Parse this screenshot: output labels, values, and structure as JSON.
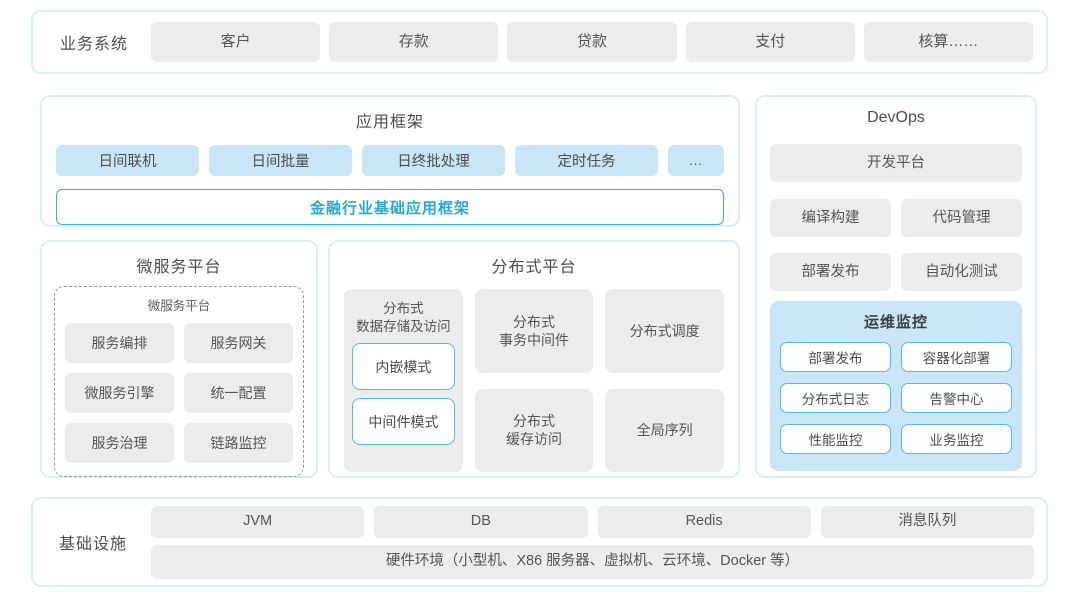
{
  "colors": {
    "card_border": "#d9eef8",
    "gray_fill": "#ececec",
    "light_blue_fill": "#c8e6f5",
    "accent_border": "#54bbe4",
    "accent_text": "#2aa7d6",
    "text": "#4d4d4d"
  },
  "business_systems": {
    "label": "业务系统",
    "items": [
      "客户",
      "存款",
      "贷款",
      "支付",
      "核算……"
    ]
  },
  "app_framework": {
    "title": "应用框架",
    "items": [
      "日间联机",
      "日间批量",
      "日终批处理",
      "定时任务"
    ],
    "more": "...",
    "base": "金融行业基础应用框架"
  },
  "microservice_platform": {
    "title": "微服务平台",
    "inner_title": "微服务平台",
    "items": [
      "服务编排",
      "服务网关",
      "微服务引擎",
      "统一配置",
      "服务治理",
      "链路监控"
    ]
  },
  "distributed_platform": {
    "title": "分布式平台",
    "storage": {
      "title": "分布式\n数据存储及访问",
      "modes": [
        "内嵌模式",
        "中间件模式"
      ]
    },
    "col2": [
      "分布式\n事务中间件",
      "分布式\n缓存访问"
    ],
    "col3": [
      "分布式调度",
      "全局序列"
    ]
  },
  "devops": {
    "title": "DevOps",
    "dev_platform": "开发平台",
    "items": [
      "编译构建",
      "代码管理",
      "部署发布",
      "自动化测试"
    ],
    "monitoring": {
      "title": "运维监控",
      "items": [
        "部署发布",
        "容器化部署",
        "分布式日志",
        "告警中心",
        "性能监控",
        "业务监控"
      ]
    }
  },
  "infrastructure": {
    "label": "基础设施",
    "items": [
      "JVM",
      "DB",
      "Redis",
      "消息队列"
    ],
    "hardware": "硬件环境（小型机、X86 服务器、虚拟机、云环境、Docker 等）"
  }
}
